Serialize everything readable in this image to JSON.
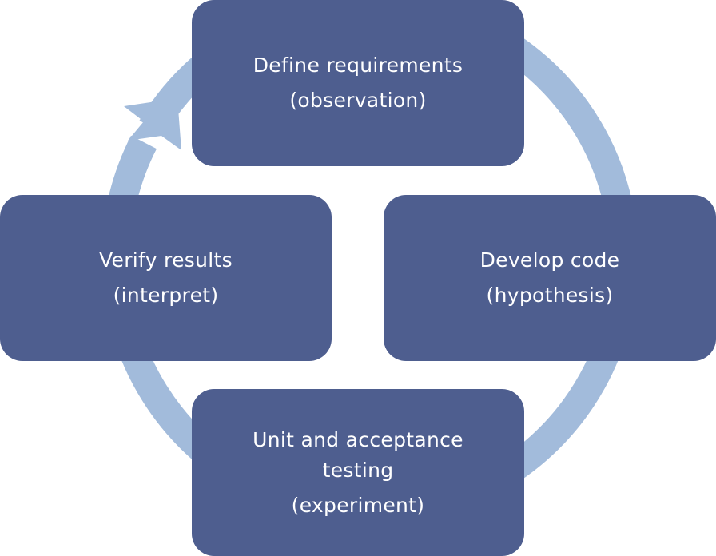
{
  "diagram": {
    "type": "cycle",
    "colors": {
      "box_fill": "#4e5e8f",
      "box_text": "#ffffff",
      "ring": "#a2bbdb",
      "background": "#ffffff"
    },
    "steps": [
      {
        "id": "define",
        "title": "Define requirements",
        "subtitle": "(observation)"
      },
      {
        "id": "develop",
        "title": "Develop code",
        "subtitle": "(hypothesis)"
      },
      {
        "id": "test",
        "title_line1": "Unit and acceptance",
        "title_line2": "testing",
        "subtitle": "(experiment)"
      },
      {
        "id": "verify",
        "title": "Verify results",
        "subtitle": "(interpret)"
      }
    ],
    "flow_direction": "clockwise"
  }
}
